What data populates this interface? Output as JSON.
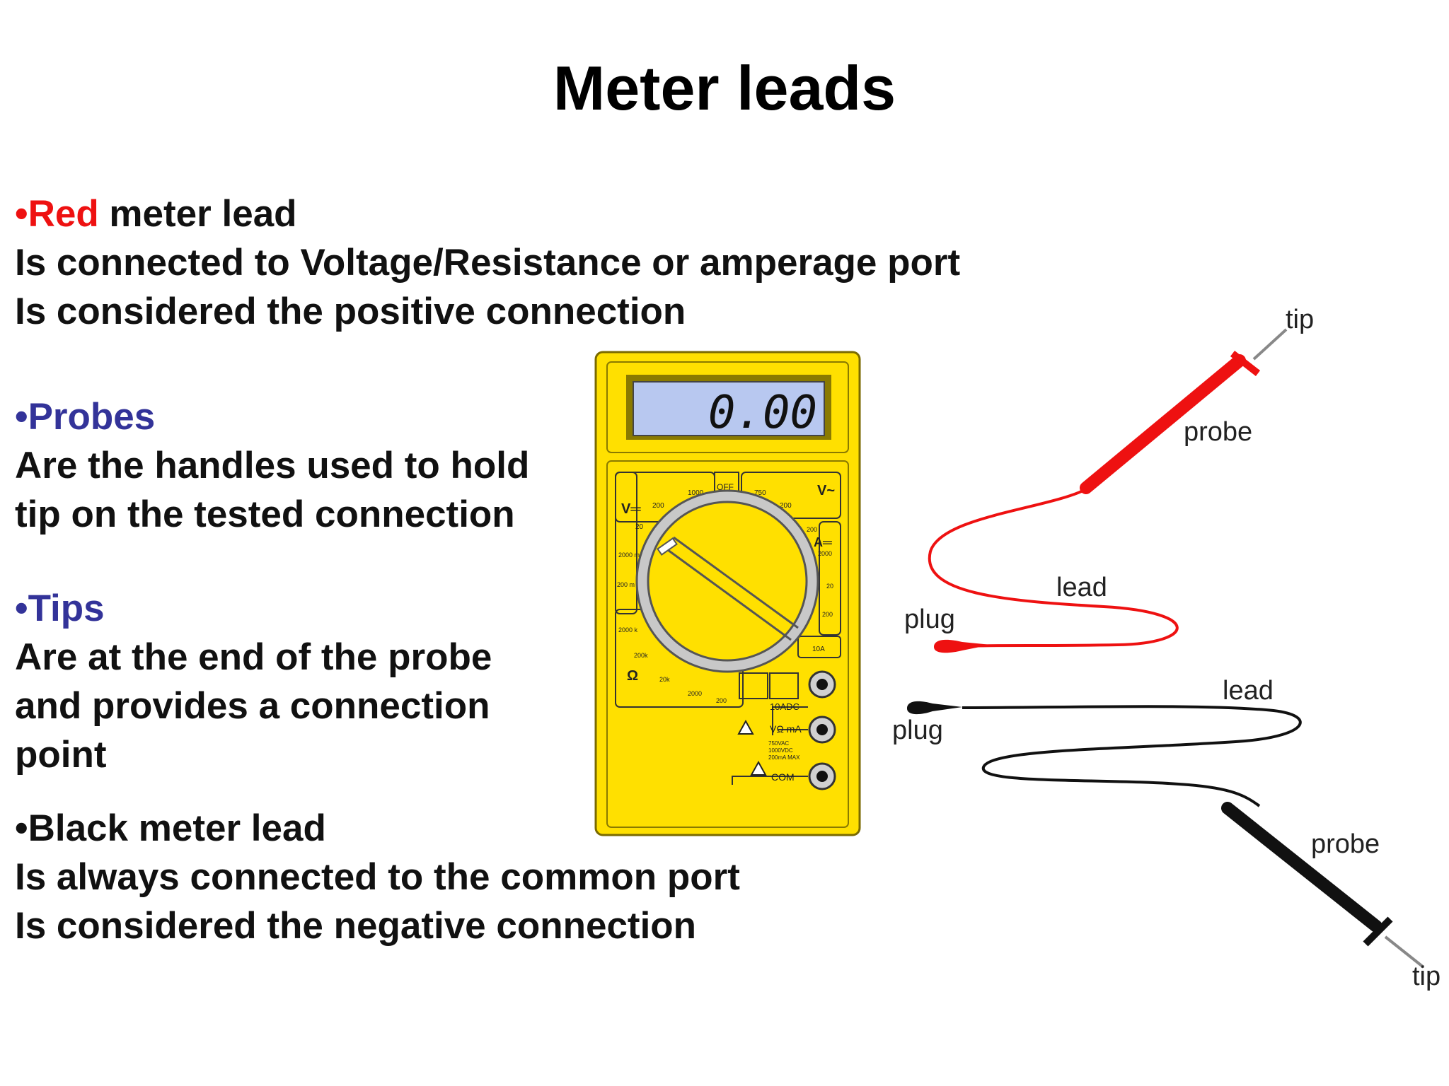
{
  "title": "Meter leads",
  "sections": [
    {
      "bullet": "•",
      "heading_colored": "Red",
      "heading_rest": " meter lead",
      "lines": [
        "Is connected to Voltage/Resistance or amperage port",
        "Is considered the positive connection"
      ]
    },
    {
      "bullet": "•",
      "heading_colored": "Probes",
      "heading_rest": "",
      "lines": [
        "Are the handles used to hold",
        "tip on the tested connection"
      ]
    },
    {
      "bullet": "•",
      "heading_colored": "Tips",
      "heading_rest": "",
      "lines": [
        "Are at the end of the probe",
        "and provides a connection",
        "point"
      ]
    },
    {
      "bullet": "•",
      "heading_colored": "",
      "heading_rest": "Black meter lead",
      "lines": [
        "Is always connected to the common port",
        "Is considered the negative connection"
      ]
    }
  ],
  "meter": {
    "display": "0.00",
    "off": "OFF",
    "v_dc": "V═",
    "v_ac": "V~",
    "a_dc": "A═",
    "ohm": "Ω",
    "r1000": "1000",
    "r750": "750",
    "r200a": "200",
    "r200b": "200",
    "r20": "20",
    "r2000m": "2000 m",
    "r200m": "200 m",
    "r2000k": "2000 k",
    "r200k": "200k",
    "r20k": "20k",
    "r2000": "2000",
    "r200c": "200",
    "a200": "200",
    "a2000": "2000",
    "a20": "20",
    "a200b": "200",
    "a10": "10A",
    "port_10a": "10ADC",
    "port_vohm": "VΩ mA",
    "port_com": "COM",
    "warn1": "750VAC",
    "warn2": "1000VDC",
    "warn3": "200mA MAX"
  },
  "labels": {
    "tip_red": "tip",
    "probe_red": "probe",
    "lead_red": "lead",
    "plug_red": "plug",
    "lead_black": "lead",
    "plug_black": "plug",
    "probe_black": "probe",
    "tip_black": "tip"
  },
  "colors": {
    "red_lead": "#ee1111",
    "black_lead": "#111111",
    "meter_body": "#ffe000",
    "lcd": "#b8c8f0",
    "heading_red": "#ee1111",
    "heading_blue": "#333399"
  }
}
